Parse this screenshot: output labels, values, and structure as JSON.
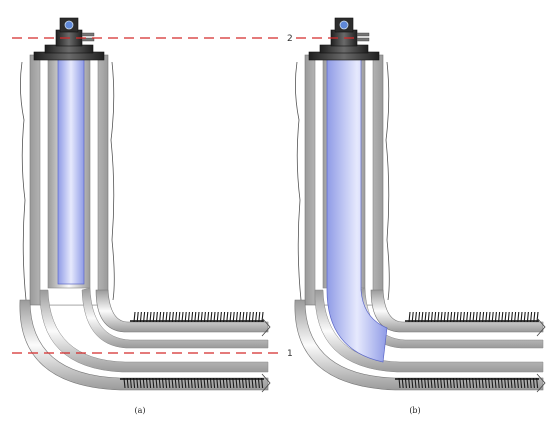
{
  "panels": [
    {
      "label": "(a)",
      "fluid_state": "vertical-section"
    },
    {
      "label": "(b)",
      "fluid_state": "into-bend"
    }
  ],
  "reference_lines": [
    {
      "label": "2",
      "color": "#d42a2a"
    },
    {
      "label": "1",
      "color": "#d42a2a"
    }
  ],
  "colors": {
    "fluid": "#b9c3f4",
    "fluid_edge": "#5a66c8",
    "pipe_light": "#f4f4f4",
    "pipe_shade": "#a9a9a9",
    "flange": "#3b3b3b",
    "perforation": "#1c1c1c"
  },
  "icons": [
    "wellhead-valve-icon"
  ]
}
